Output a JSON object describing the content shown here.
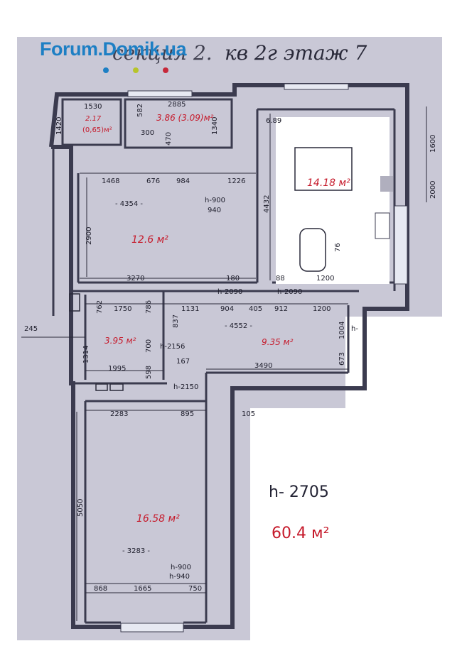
{
  "header": {
    "logo_text": "Forum.Domik.ua",
    "logo_dot_colors": [
      "#1d7fc4",
      "#b7c42a",
      "#c6283a"
    ],
    "title_left": "секция 2.",
    "title_right": "кв 2г    этаж 7"
  },
  "rooms": {
    "pantry_small": {
      "area": "2.17",
      "area_note": "(0,65)м²"
    },
    "balcony_top": {
      "area": "3.86 (3.09)м²"
    },
    "living_top": {
      "area": "12.6 м²"
    },
    "kitchen": {
      "area": "14.18 м²"
    },
    "bathroom": {
      "area": "3.95 м²"
    },
    "hall": {
      "area": "9.35 м²"
    },
    "bedroom": {
      "area": "16.58 м²"
    }
  },
  "dimensions": {
    "d1530": "1530",
    "d1420": "1420",
    "d2885": "2885",
    "d582": "582",
    "d1340": "1340",
    "d300": "300",
    "d470": "470",
    "d689": "6.89",
    "d1468": "1468",
    "d676": "676",
    "d984": "984",
    "d1226": "1226",
    "d4354": "- 4354 -",
    "h900a": "h-900",
    "d940a": "940",
    "d4432": "4432",
    "d2900": "2900",
    "d3270": "3270",
    "d180": "180",
    "d88": "88",
    "d1200a": "1200",
    "d76": "76",
    "h2090a": "h-2090",
    "h2090b": "h-2090",
    "d1600": "1600",
    "d2000": "2000",
    "d762": "762",
    "d1750": "1750",
    "d786": "786",
    "d1131": "1131",
    "d904": "904",
    "d405": "405",
    "d912": "912",
    "d1200b": "1200",
    "d245": "245",
    "d837": "837",
    "d4552": "- 4552 -",
    "d1004": "1004",
    "h_hall": "h-",
    "d1314": "1314",
    "d700": "700",
    "h2156": "h-2156",
    "d673": "673",
    "d1995": "1995",
    "d598": "598",
    "d167": "167",
    "d3490": "3490",
    "h2150": "h-2150",
    "d2283": "2283",
    "d895": "895",
    "d105": "105",
    "d5050": "5050",
    "d3283": "- 3283 -",
    "h900b": "h-900",
    "h940b": "h-940",
    "d868": "868",
    "d1665": "1665",
    "d750": "750"
  },
  "summary": {
    "ceiling_height": "h- 2705",
    "total_area": "60.4 м²"
  }
}
